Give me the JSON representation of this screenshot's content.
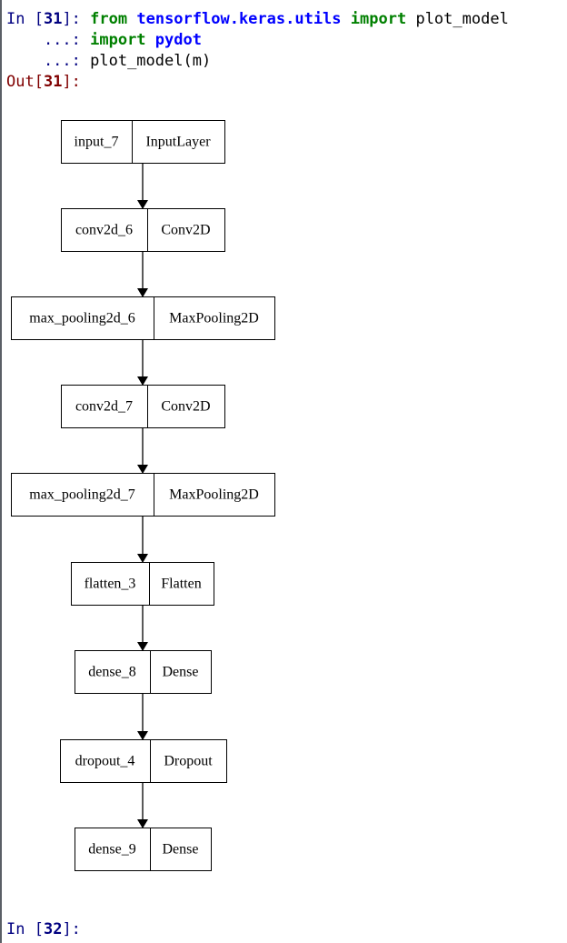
{
  "console": {
    "in_31": {
      "prompt_prefix": "In [",
      "prompt_num": "31",
      "prompt_suffix": "]: ",
      "kw_from": "from",
      "module": "tensorflow.keras.utils",
      "kw_import": "import",
      "name": "plot_model"
    },
    "line2": {
      "prompt": "    ...: ",
      "kw_import": "import",
      "module": "pydot"
    },
    "line3": {
      "prompt": "    ...: ",
      "code": "plot_model(m)"
    },
    "out_31": {
      "prefix": "Out[",
      "num": "31",
      "suffix": "]:"
    },
    "in_32": {
      "prompt_prefix": "In [",
      "prompt_num": "32",
      "prompt_suffix": "]:"
    }
  },
  "model_graph": {
    "layers": [
      {
        "name": "input_7",
        "type": "InputLayer"
      },
      {
        "name": "conv2d_6",
        "type": "Conv2D"
      },
      {
        "name": "max_pooling2d_6",
        "type": "MaxPooling2D"
      },
      {
        "name": "conv2d_7",
        "type": "Conv2D"
      },
      {
        "name": "max_pooling2d_7",
        "type": "MaxPooling2D"
      },
      {
        "name": "flatten_3",
        "type": "Flatten"
      },
      {
        "name": "dense_8",
        "type": "Dense"
      },
      {
        "name": "dropout_4",
        "type": "Dropout"
      },
      {
        "name": "dense_9",
        "type": "Dense"
      }
    ]
  }
}
